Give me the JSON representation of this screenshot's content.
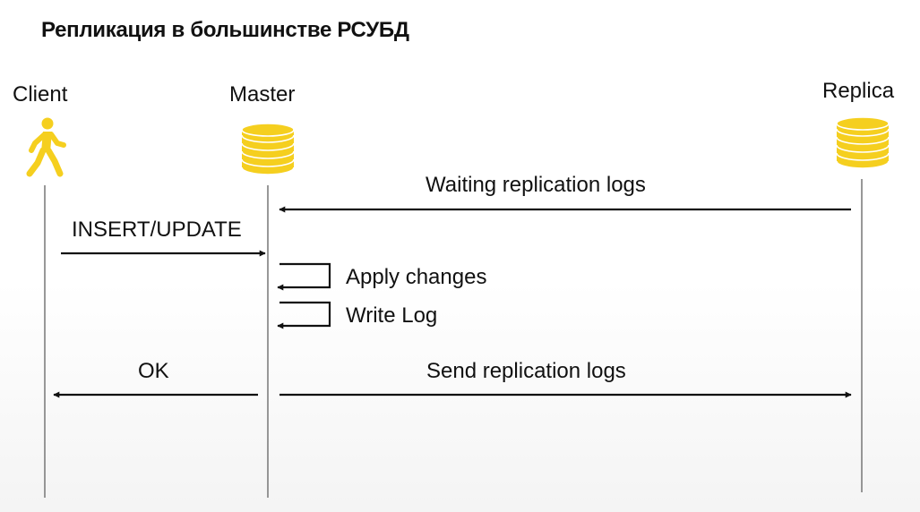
{
  "title": "Репликация в большинстве РСУБД",
  "actors": {
    "client": "Client",
    "master": "Master",
    "replica": "Replica"
  },
  "messages": {
    "waiting_logs": "Waiting replication logs",
    "insert_update": "INSERT/UPDATE",
    "apply_changes": "Apply changes",
    "write_log": "Write Log",
    "ok": "OK",
    "send_logs": "Send replication logs"
  },
  "icons": {
    "client": "walking-person-icon",
    "master": "database-icon",
    "replica": "database-icon"
  },
  "colors": {
    "accent": "#f5cf1f",
    "line": "#111111"
  }
}
